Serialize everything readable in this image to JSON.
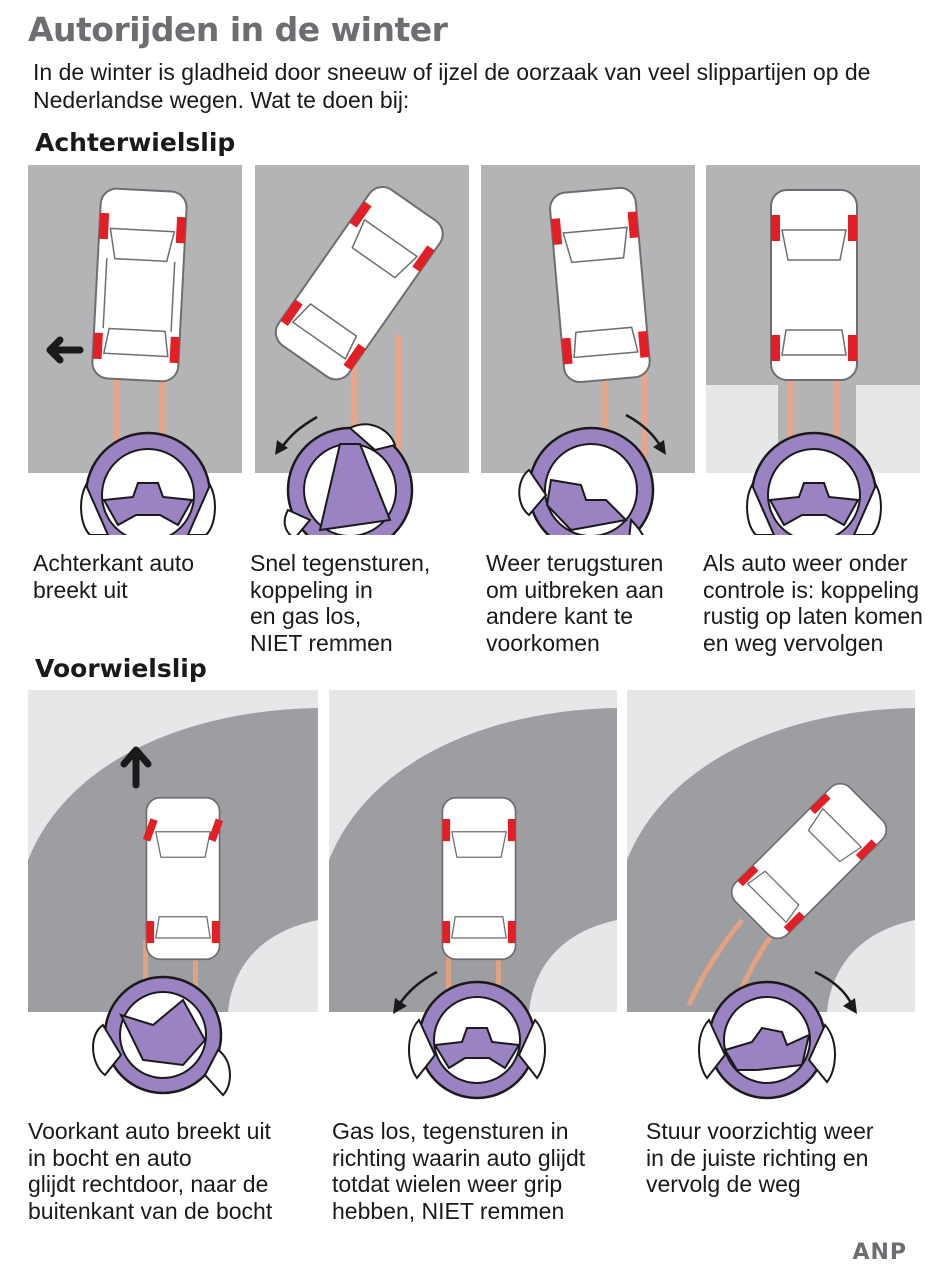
{
  "title": "Autorijden in de winter",
  "intro": "In de winter is gladheid door sneeuw of ijzel de oorzaak van veel slippartijen op de Nederlandse wegen. Wat te doen bij:",
  "sections": {
    "rear": {
      "heading": "Achterwielslip",
      "captions": [
        "Achterkant auto\nbreekt uit",
        "Snel tegensturen,\nkoppeling in\nen gas los,\nNIET remmen",
        "Weer terugsturen\nom uitbreken aan\nandere kant te\nvoorkomen",
        "Als auto weer onder\ncontrole is: koppeling\nrustig op laten komen\nen weg vervolgen"
      ]
    },
    "front": {
      "heading": "Voorwielslip",
      "captions": [
        "Voorkant auto breekt uit\nin bocht en auto\nglijdt rechtdoor, naar de\nbuitenkant van de bocht",
        "Gas los, tegensturen in\nrichting waarin auto glijdt\ntotdat wielen weer grip\nhebben, NIET remmen",
        "Stuur voorzichtig weer\nin de juiste richting en\nvervolg de weg"
      ]
    }
  },
  "logo": "ANP",
  "colors": {
    "road": "#b3b4b6",
    "curve_inner": "#e6e7e8",
    "curve_outer": "#9d9ea1",
    "car": "#ffffff",
    "tire": "#e31e24",
    "track": "#f2a27c",
    "wheel": "#9b82c2",
    "title": "#6d6e71"
  },
  "icons": {
    "car": "car-top-view-icon",
    "steering_wheel": "steering-wheel-icon",
    "direction_arrow": "arrow-icon"
  }
}
